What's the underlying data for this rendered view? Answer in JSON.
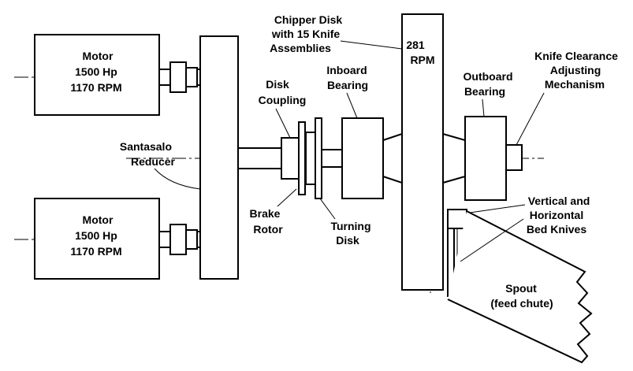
{
  "labels": {
    "motor_top": {
      "line1": "Motor",
      "line2": "1500 Hp",
      "line3": "1170 RPM"
    },
    "motor_bottom": {
      "line1": "Motor",
      "line2": "1500 Hp",
      "line3": "1170 RPM"
    },
    "reducer": {
      "line1": "Santasalo",
      "line2": "Reducer"
    },
    "chipper_disk": {
      "line1": "Chipper Disk",
      "line2": "with 15 Knife",
      "line3": "Assemblies"
    },
    "disk_rpm": {
      "line1": "281",
      "line2": "RPM"
    },
    "disk_coupling": {
      "line1": "Disk",
      "line2": "Coupling"
    },
    "inboard_bearing": {
      "line1": "Inboard",
      "line2": "Bearing"
    },
    "outboard_bearing": {
      "line1": "Outboard",
      "line2": "Bearing"
    },
    "knife_clearance": {
      "line1": "Knife Clearance",
      "line2": "Adjusting",
      "line3": "Mechanism"
    },
    "brake_rotor": {
      "line1": "Brake",
      "line2": "Rotor"
    },
    "turning_disk": {
      "line1": "Turning",
      "line2": "Disk"
    },
    "bed_knives": {
      "line1": "Vertical and",
      "line2": "Horizontal",
      "line3": "Bed Knives"
    },
    "spout": {
      "line1": "Spout",
      "line2": "(feed chute)"
    }
  }
}
